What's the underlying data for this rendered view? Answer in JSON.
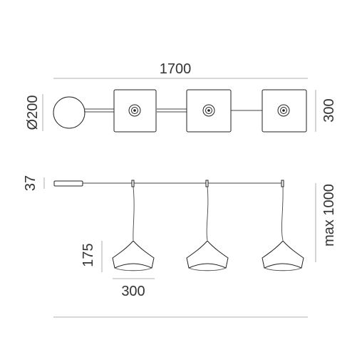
{
  "dimensions": {
    "total_length": "1700",
    "canopy_diameter": "Ø200",
    "module_width": "300",
    "canopy_height": "37",
    "max_drop": "max 1000",
    "shade_height": "175",
    "shade_width": "300"
  },
  "colors": {
    "line": "#222222",
    "dimension": "#999999",
    "text": "#333333"
  }
}
